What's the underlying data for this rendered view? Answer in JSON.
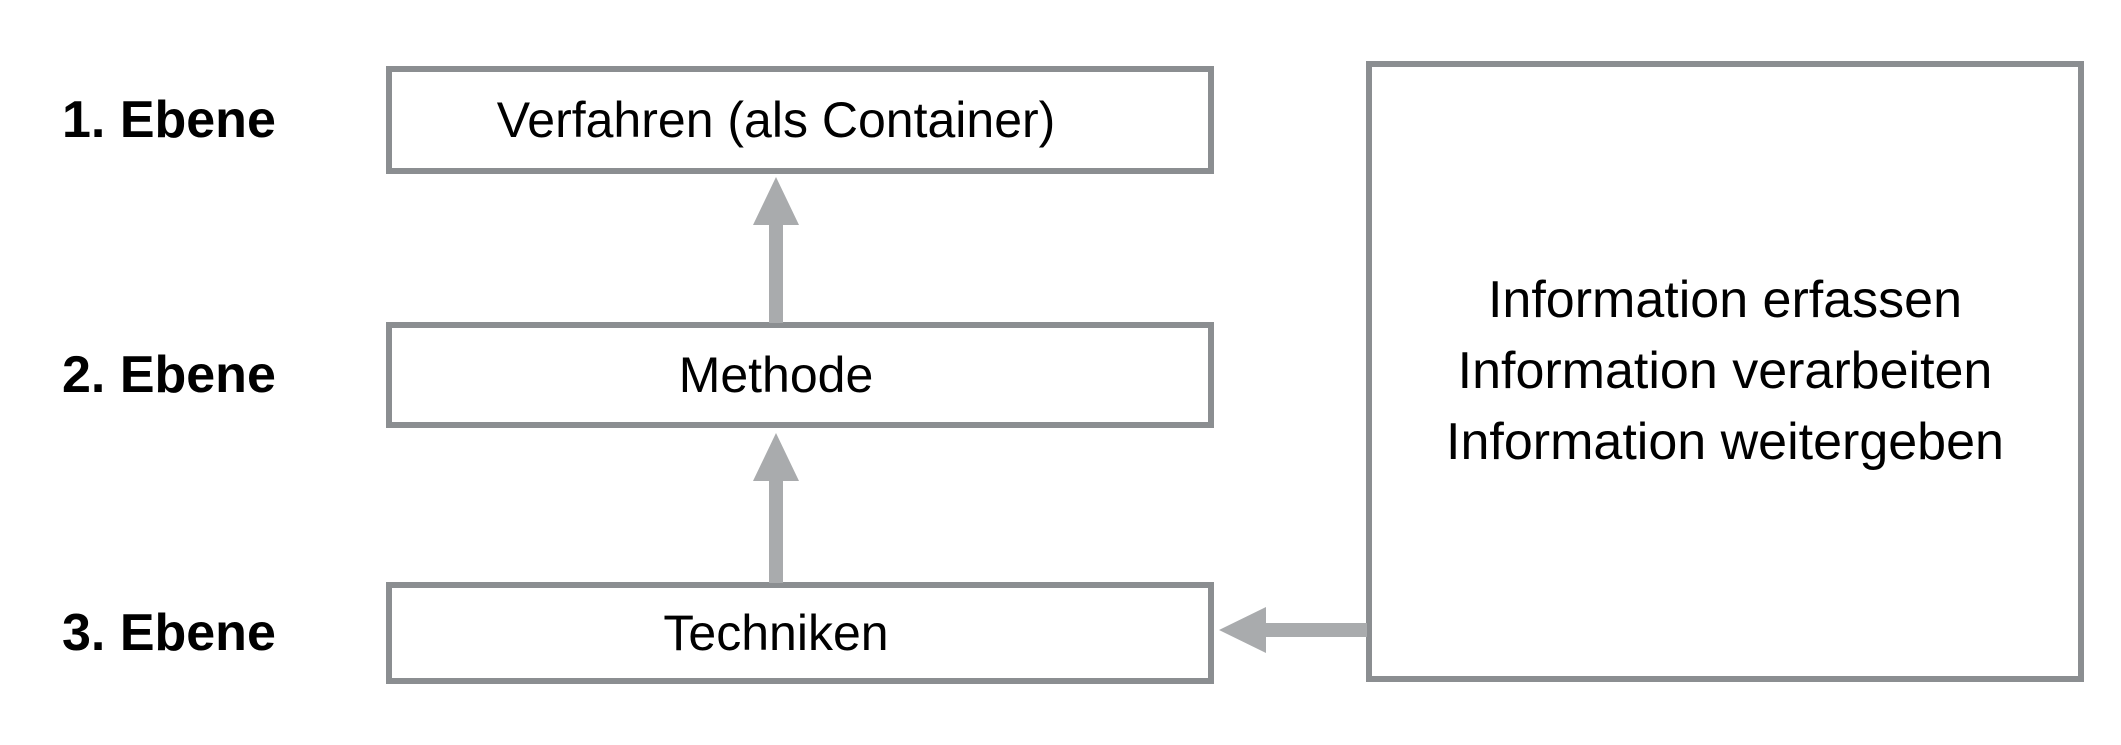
{
  "levels": [
    {
      "label": "1. Ebene",
      "box_text": "Verfahren (als Container)"
    },
    {
      "label": "2. Ebene",
      "box_text": "Methode"
    },
    {
      "label": "3. Ebene",
      "box_text": "Techniken"
    }
  ],
  "info_box": {
    "lines": [
      "Information erfassen",
      "Information verarbeiten",
      "Information weitergeben"
    ]
  },
  "arrows": [
    {
      "name": "arrow-up-techniken-to-methode",
      "direction": "up"
    },
    {
      "name": "arrow-up-methode-to-verfahren",
      "direction": "up"
    },
    {
      "name": "arrow-left-infobox-to-techniken",
      "direction": "left"
    }
  ],
  "colors": {
    "box_border": "#8b8e91",
    "arrow": "#a9abad",
    "text": "#000000",
    "background": "#ffffff"
  }
}
